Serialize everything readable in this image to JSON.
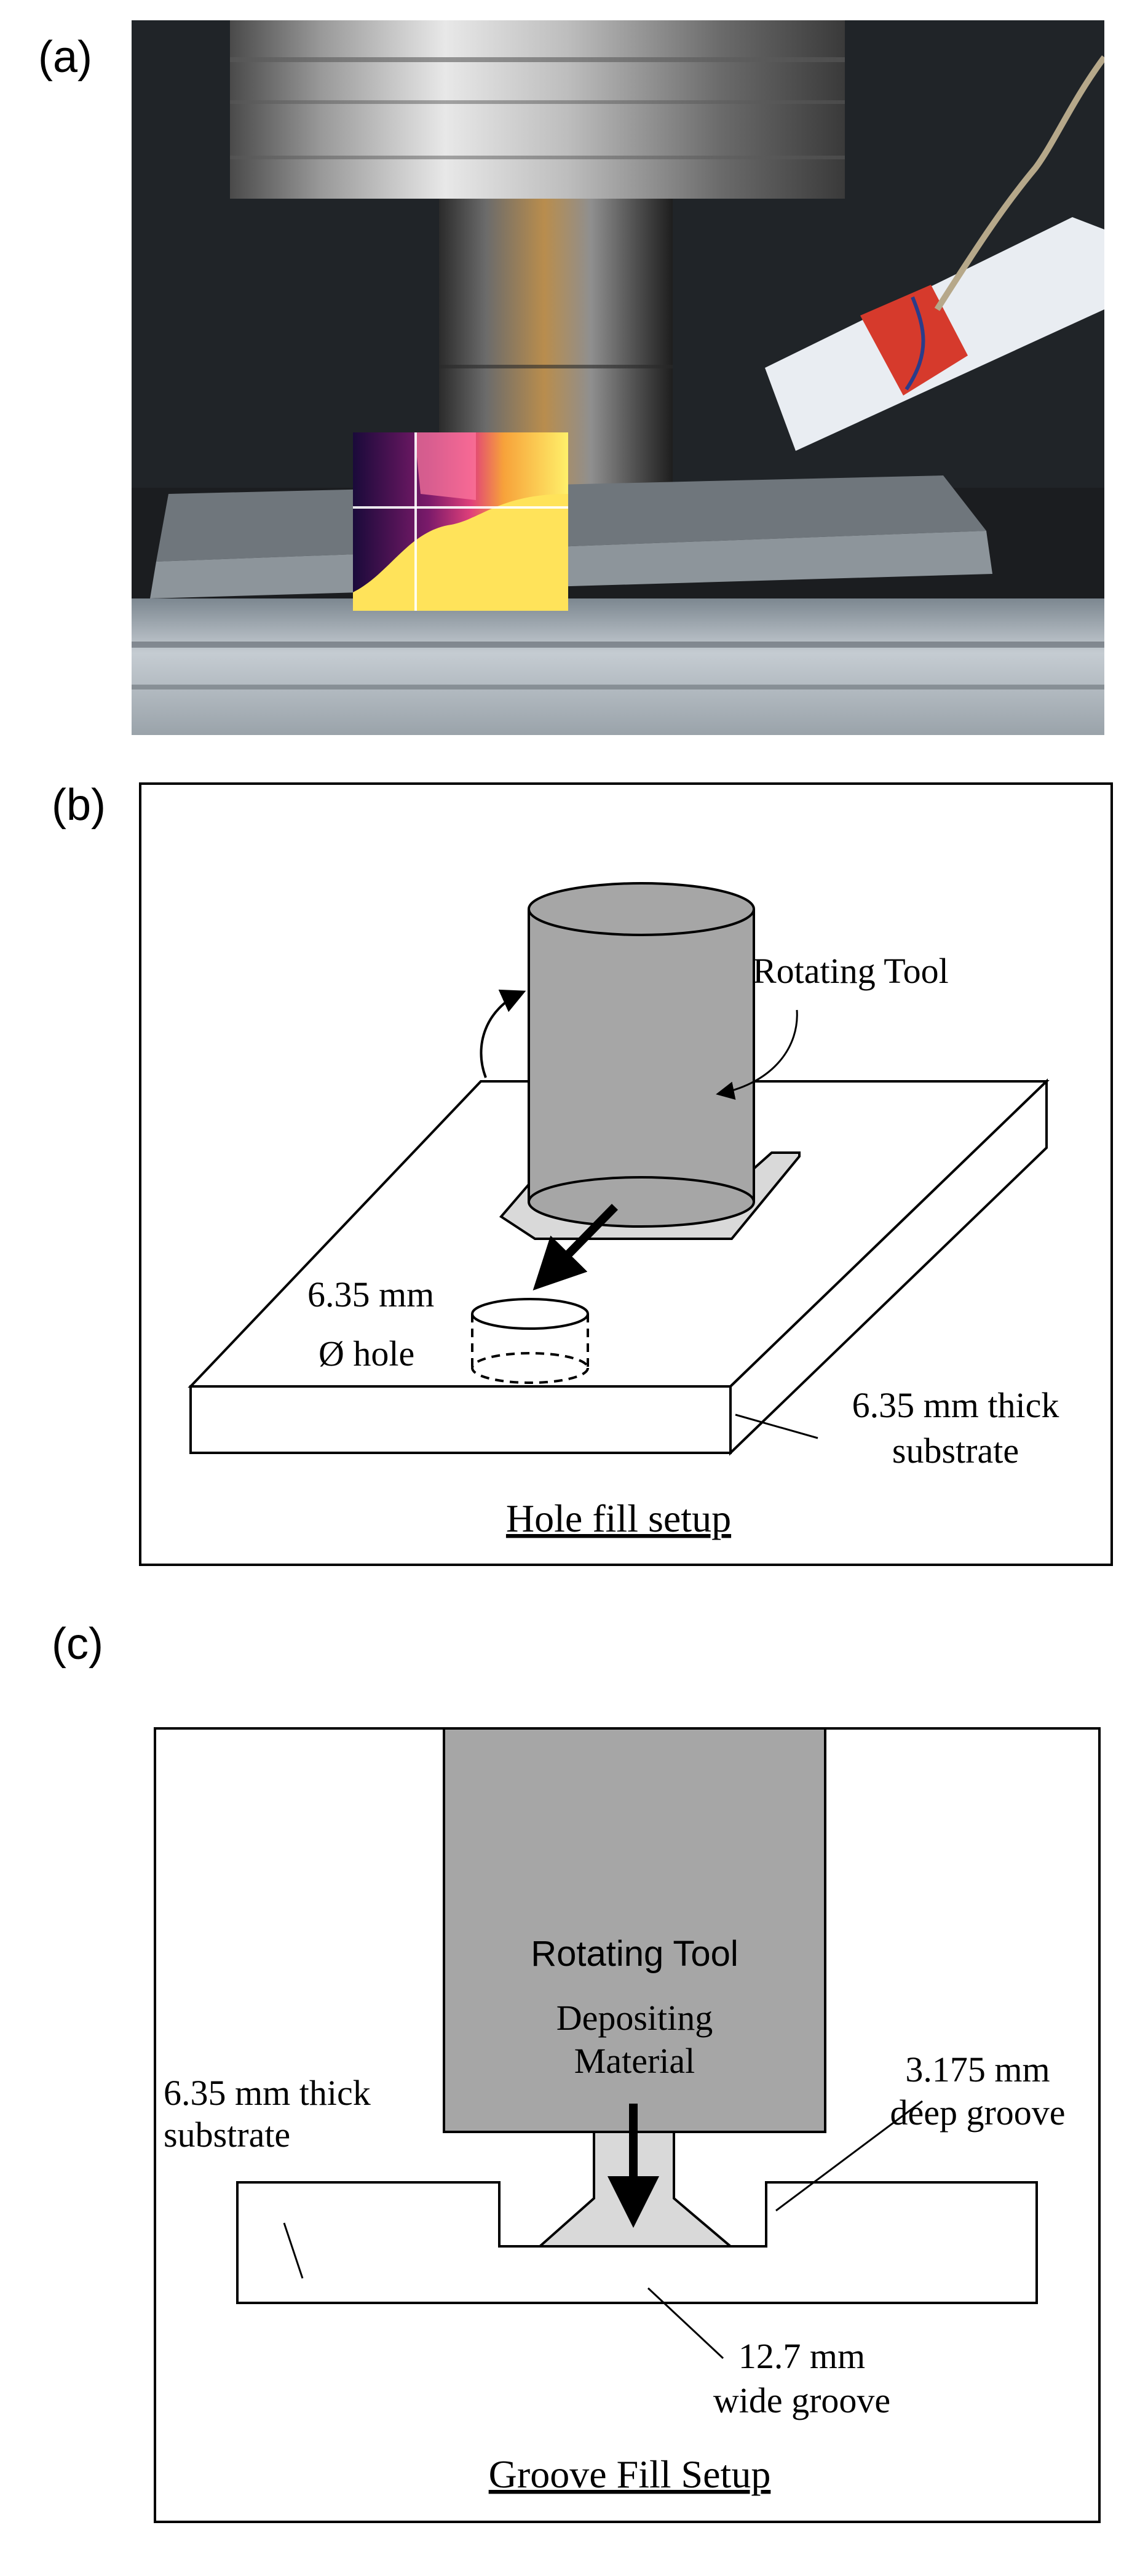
{
  "panels": {
    "a": {
      "label": "(a)"
    },
    "b": {
      "label": "(b)",
      "tool_label": "Rotating Tool",
      "hole_size": "6.35 mm",
      "hole_label": "Ø hole",
      "substrate_line1": "6.35 mm thick",
      "substrate_line2": "substrate",
      "caption": "Hole fill setup"
    },
    "c": {
      "label": "(c)",
      "tool_label": "Rotating Tool",
      "deposit_line1": "Depositing",
      "deposit_line2": "Material",
      "substrate_line1": "6.35 mm thick",
      "substrate_line2": "substrate",
      "depth_line1": "3.175 mm",
      "depth_line2": "deep groove",
      "width_line1": "12.7 mm",
      "width_line2": "wide groove",
      "caption": "Groove Fill Setup"
    }
  },
  "colors": {
    "tool_gray": "#a6a6a6",
    "light_gray": "#d9d9d9",
    "outline": "#000000"
  }
}
